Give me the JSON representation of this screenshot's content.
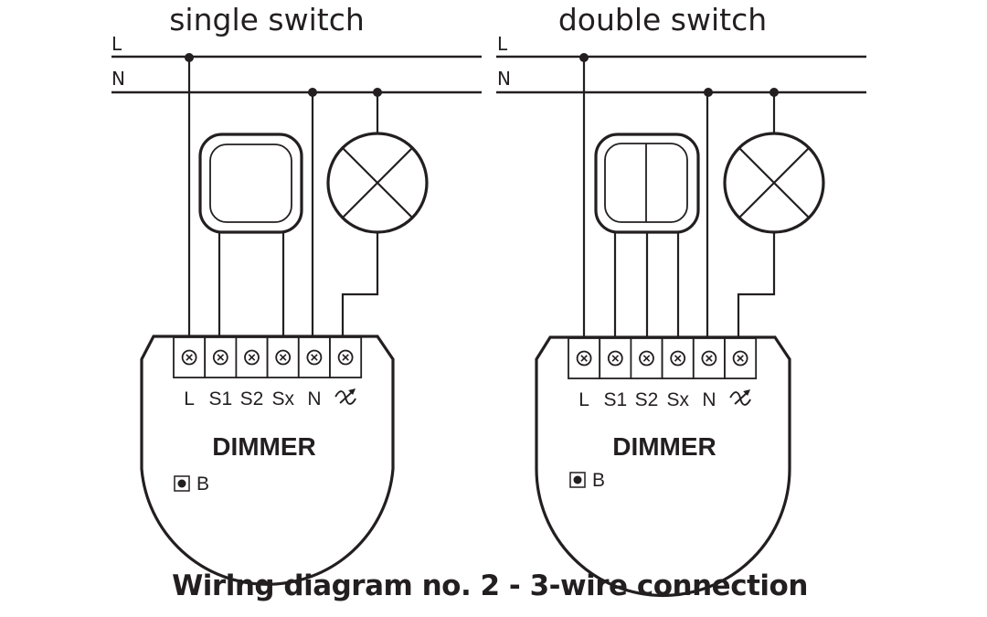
{
  "caption": "Wiring diagram no. 2 - 3-wire connection",
  "diagrams": [
    {
      "title": "single switch",
      "bus_labels": {
        "live": "L",
        "neutral": "N"
      },
      "switch_type": "single",
      "module_label": "DIMMER",
      "button_label": "B",
      "terminals": [
        "L",
        "S1",
        "S2",
        "Sx",
        "N",
        "dimmer-output"
      ],
      "terminal_labels": [
        "L",
        "S1",
        "S2",
        "Sx",
        "N"
      ],
      "connected_terminals": [
        "L",
        "S1",
        "Sx",
        "N",
        "dimmer-output"
      ]
    },
    {
      "title": "double switch",
      "bus_labels": {
        "live": "L",
        "neutral": "N"
      },
      "switch_type": "double",
      "module_label": "DIMMER",
      "button_label": "B",
      "terminals": [
        "L",
        "S1",
        "S2",
        "Sx",
        "N",
        "dimmer-output"
      ],
      "terminal_labels": [
        "L",
        "S1",
        "S2",
        "Sx",
        "N"
      ],
      "connected_terminals": [
        "L",
        "S1",
        "S2",
        "Sx",
        "N",
        "dimmer-output"
      ]
    }
  ],
  "colors": {
    "ink": "#231f20",
    "background": "#ffffff"
  }
}
